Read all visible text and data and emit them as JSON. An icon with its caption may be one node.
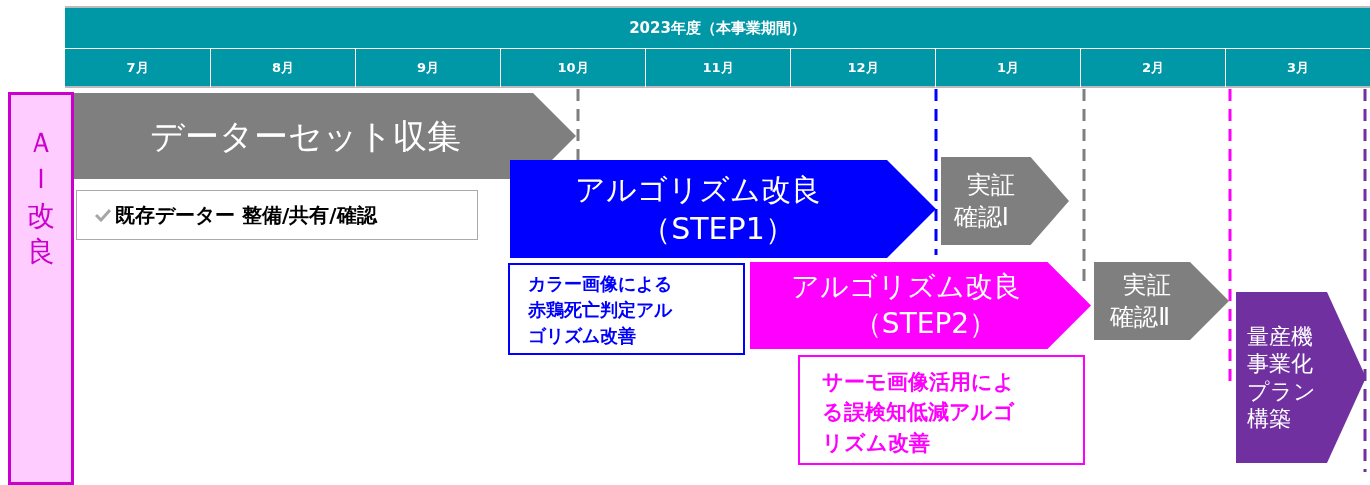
{
  "diagram": {
    "nodes": [
      {
        "text": [
          "2023年度（本事業期間）"
        ]
      },
      {
        "text": [
          "7月"
        ]
      },
      {
        "text": [
          "8月"
        ]
      },
      {
        "text": [
          "9月"
        ]
      },
      {
        "text": [
          "10月"
        ]
      },
      {
        "text": [
          "11月"
        ]
      },
      {
        "text": [
          "12月"
        ]
      },
      {
        "text": [
          "1月"
        ]
      },
      {
        "text": [
          "2月"
        ]
      },
      {
        "text": [
          "3月"
        ]
      },
      {
        "text": [
          "ＡＩ改良"
        ]
      },
      {
        "text": [
          "データーセット収集"
        ]
      },
      {
        "text": [
          "既存データー 整備/共有/確認"
        ]
      },
      {
        "text": [
          "アルゴリズム改良",
          "（STEP1）"
        ]
      },
      {
        "text": [
          "実証確認Ⅰ"
        ]
      },
      {
        "text": [
          "カラー画像による赤鶏死亡判定アルゴリズム改善"
        ]
      },
      {
        "text": [
          "アルゴリズム改良",
          "（STEP2）"
        ]
      },
      {
        "text": [
          "実証確認Ⅱ"
        ]
      },
      {
        "text": [
          "サーモ画像活用による誤検知低減アルゴリズム改善"
        ]
      },
      {
        "text": [
          "量産機事業化プラン構築"
        ]
      }
    ]
  }
}
